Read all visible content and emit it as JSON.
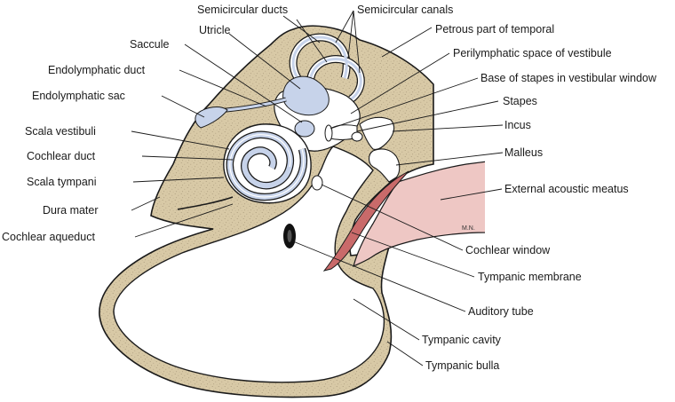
{
  "labels": {
    "semicircular_ducts": "Semicircular ducts",
    "semicircular_canals": "Semicircular canals",
    "utricle": "Utricle",
    "petrous_part_of_temporal": "Petrous part of temporal",
    "saccule": "Saccule",
    "perilymphatic_space_of_vestibule": "Perilymphatic space of vestibule",
    "endolymphatic_duct": "Endolymphatic duct",
    "base_of_stapes": "Base of stapes in vestibular window",
    "endolymphatic_sac": "Endolymphatic sac",
    "stapes": "Stapes",
    "scala_vestibuli": "Scala vestibuli",
    "incus": "Incus",
    "cochlear_duct": "Cochlear duct",
    "malleus": "Malleus",
    "scala_tympani": "Scala tympani",
    "external_acoustic_meatus": "External acoustic meatus",
    "dura_mater": "Dura mater",
    "cochlear_aqueduct": "Cochlear aqueduct",
    "cochlear_window": "Cochlear window",
    "tympanic_membrane": "Tympanic membrane",
    "auditory_tube": "Auditory tube",
    "tympanic_cavity": "Tympanic cavity",
    "tympanic_bulla": "Tympanic bulla"
  },
  "signature": "M.N.",
  "colors": {
    "bone": "#d8c9a6",
    "bone_speckle": "#a8977a",
    "membranous_labyrinth": "#c7d3ea",
    "meatus": "#eec7c4",
    "tympanic_membrane": "#c96a6a",
    "outline": "#1a1a1a",
    "background": "#ffffff"
  }
}
